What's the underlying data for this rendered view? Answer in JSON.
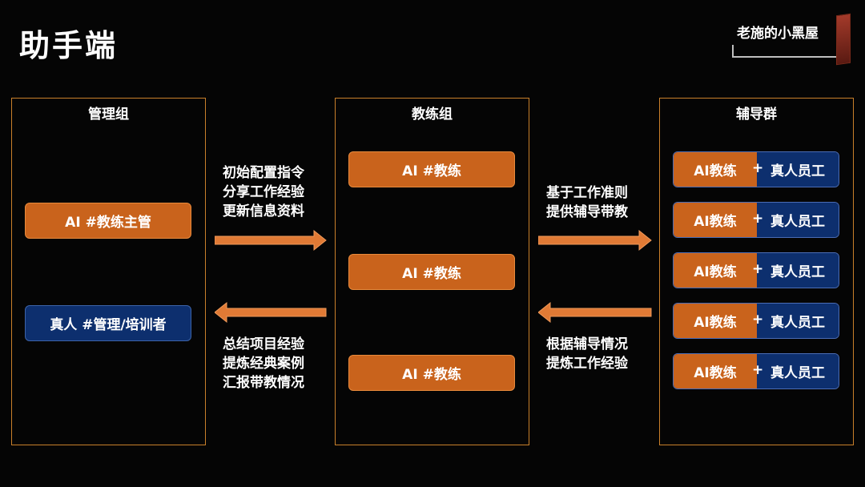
{
  "page_title": "助手端",
  "brand": "老施的小黑屋",
  "groups": {
    "management": {
      "title": "管理组",
      "ai_box": "AI #教练主管",
      "human_box": "真人 #管理/培训者"
    },
    "coach": {
      "title": "教练组",
      "boxes": [
        "AI #教练",
        "AI #教练",
        "AI #教练"
      ]
    },
    "tutoring": {
      "title": "辅导群",
      "pairs": [
        {
          "left": "AI教练",
          "plus": "+",
          "right": "真人员工"
        },
        {
          "left": "AI教练",
          "plus": "+",
          "right": "真人员工"
        },
        {
          "left": "AI教练",
          "plus": "+",
          "right": "真人员工"
        },
        {
          "left": "AI教练",
          "plus": "+",
          "right": "真人员工"
        },
        {
          "left": "AI教练",
          "plus": "+",
          "right": "真人员工"
        }
      ]
    }
  },
  "flows": {
    "mgmt_to_coach": [
      "初始配置指令",
      "分享工作经验",
      "更新信息资料"
    ],
    "coach_to_mgmt": [
      "总结项目经验",
      "提炼经典案例",
      "汇报带教情况"
    ],
    "coach_to_tutor": [
      "基于工作准则",
      "提供辅导带教"
    ],
    "tutor_to_coach": [
      "根据辅导情况",
      "提炼工作经验"
    ]
  },
  "colors": {
    "orange": "#c9631c",
    "navy": "#0d2f6e",
    "frame": "#c9802a",
    "background": "#050505"
  }
}
